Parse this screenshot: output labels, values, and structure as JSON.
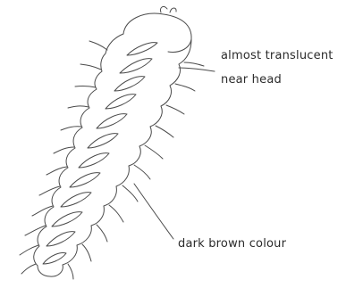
{
  "diagram": {
    "subject": "larva sketch",
    "labels": {
      "head_line_1": "almost translucent",
      "head_line_2": "near head",
      "colour": "dark brown colour"
    },
    "colors": {
      "ink": "#4a4a4a",
      "text": "#2b2b2b",
      "background": "#ffffff"
    }
  }
}
